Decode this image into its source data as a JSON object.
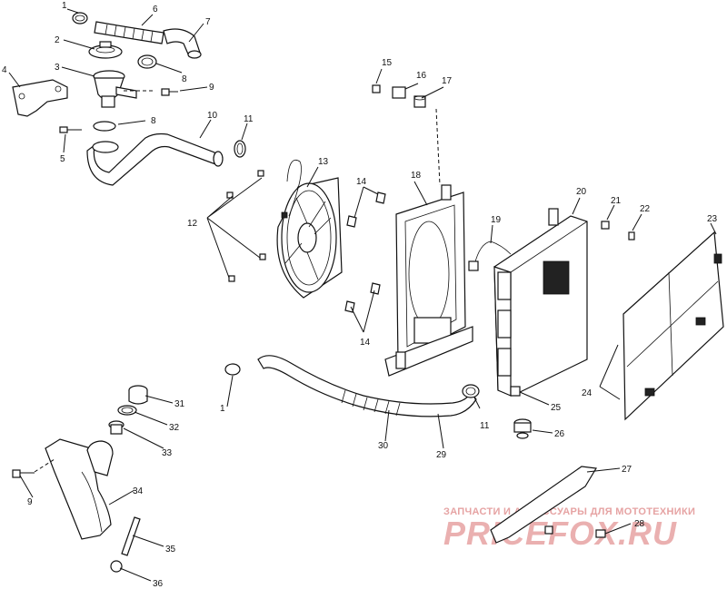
{
  "callouts": {
    "c1a": "1",
    "c1b": "1",
    "c2": "2",
    "c3": "3",
    "c4": "4",
    "c5": "5",
    "c6": "6",
    "c7": "7",
    "c8a": "8",
    "c8b": "8",
    "c9a": "9",
    "c9b": "9",
    "c10": "10",
    "c11a": "11",
    "c11b": "11",
    "c12": "12",
    "c13": "13",
    "c14a": "14",
    "c14b": "14",
    "c15": "15",
    "c16": "16",
    "c17": "17",
    "c18": "18",
    "c19": "19",
    "c20": "20",
    "c21": "21",
    "c22": "22",
    "c23": "23",
    "c24": "24",
    "c25": "25",
    "c26": "26",
    "c27": "27",
    "c28": "28",
    "c29": "29",
    "c30": "30",
    "c31": "31",
    "c32": "32",
    "c33": "33",
    "c34": "34",
    "c35": "35",
    "c36": "36"
  },
  "watermark": {
    "tagline": "ЗАПЧАСТИ И АКСЕССУАРЫ ДЛЯ МОТОТЕХНИКИ",
    "brand": "PRICEFOX.RU"
  },
  "colors": {
    "watermark": "#e6a3a3",
    "line": "#111111"
  }
}
